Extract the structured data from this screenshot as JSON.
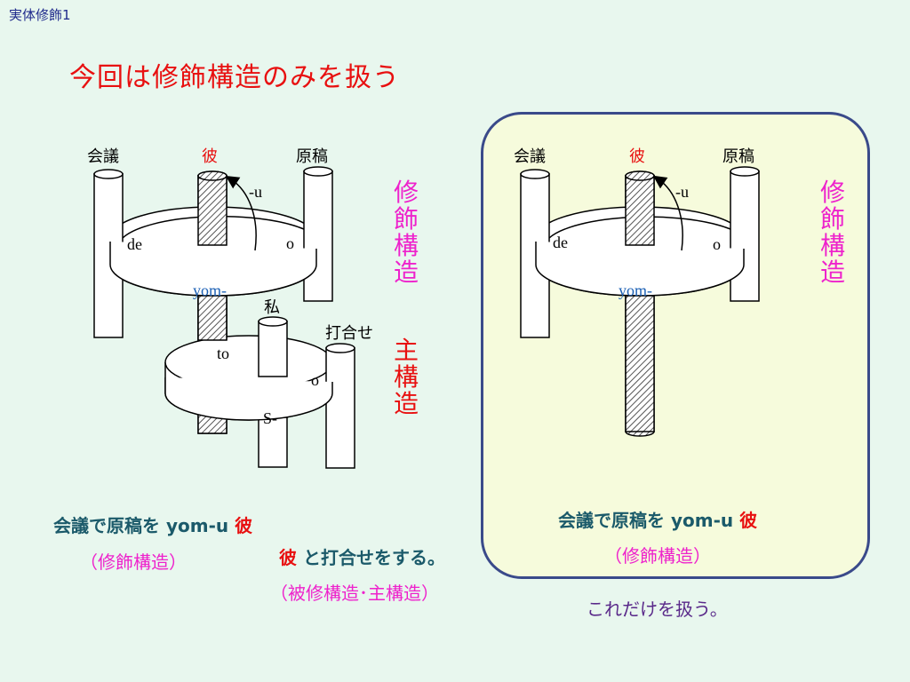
{
  "slide": {
    "corner_label": "実体修飾1",
    "title": "今回は修飾構造のみを扱う"
  },
  "left_diagram": {
    "labels": {
      "kaigi": "会議",
      "kare": "彼",
      "genkou": "原稿",
      "u": "-u",
      "de": "de",
      "o": "o",
      "yom": "yom-",
      "watashi": "私",
      "uchiawase": "打合せ",
      "to": "to",
      "o2": "o",
      "s": "S-"
    },
    "side_labels": {
      "modifier": [
        "修",
        "飾",
        "構",
        "造"
      ],
      "main": [
        "主",
        "構",
        "造"
      ]
    }
  },
  "right_diagram": {
    "labels": {
      "kaigi": "会議",
      "kare": "彼",
      "genkou": "原稿",
      "u": "-u",
      "de": "de",
      "o": "o",
      "yom": "yom-"
    },
    "side_label": [
      "修",
      "飾",
      "構",
      "造"
    ]
  },
  "captions": {
    "left_sentence_prefix": "会議で原稿を yom-u ",
    "left_sentence_kare": "彼",
    "left_modifier": "（修飾構造）",
    "left_sentence2_kare": "彼",
    "left_sentence2_rest": " と打合せをする。",
    "left_structure": "（被修構造･主構造）",
    "right_sentence_prefix": "会議で原稿を yom-u ",
    "right_sentence_kare": "彼",
    "right_modifier": "（修飾構造）",
    "right_note": "これだけを扱う。"
  },
  "colors": {
    "title": "#e81010",
    "pink": "#ee22cc",
    "teal": "#1b5a6a",
    "purple": "#5a2a8a",
    "yom": "#1a5fb4",
    "panel_fill": "#f6fbdc",
    "panel_border": "#3a4a8a",
    "background": "#e8f7ee"
  }
}
